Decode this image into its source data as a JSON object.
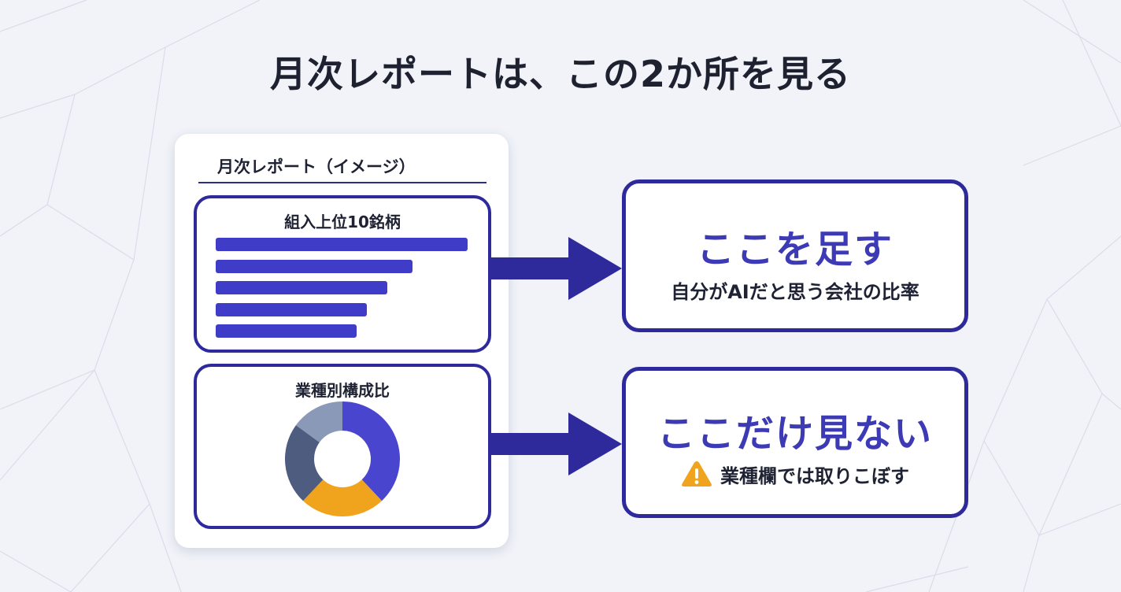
{
  "page": {
    "title": "月次レポートは、この2か所を見る"
  },
  "report": {
    "heading": "月次レポート（イメージ）",
    "top_panel": {
      "title": "組入上位10銘柄"
    },
    "bottom_panel": {
      "title": "業種別構成比"
    }
  },
  "chart_data": [
    {
      "type": "bar",
      "orientation": "horizontal",
      "values": [
        1.0,
        0.78,
        0.68,
        0.6,
        0.56
      ],
      "color": "#3f3cc8"
    },
    {
      "type": "pie",
      "style": "donut",
      "values": [
        0.38,
        0.24,
        0.23,
        0.15
      ],
      "colors": [
        "#4a45cf",
        "#f0a31c",
        "#4e5c80",
        "#8b99b8"
      ]
    }
  ],
  "callouts": {
    "add": {
      "headline": "ここを足す",
      "sub": "自分がAIだと思う会社の比率"
    },
    "skip": {
      "headline": "ここだけ見ない",
      "sub": "業種欄では取りこぼす",
      "icon": "warning-icon",
      "icon_color": "#f0a31c"
    }
  },
  "colors": {
    "accent": "#2e2a9c",
    "bar": "#3f3cc8",
    "headline": "#3d3ab6",
    "background": "#f1f3f9"
  }
}
